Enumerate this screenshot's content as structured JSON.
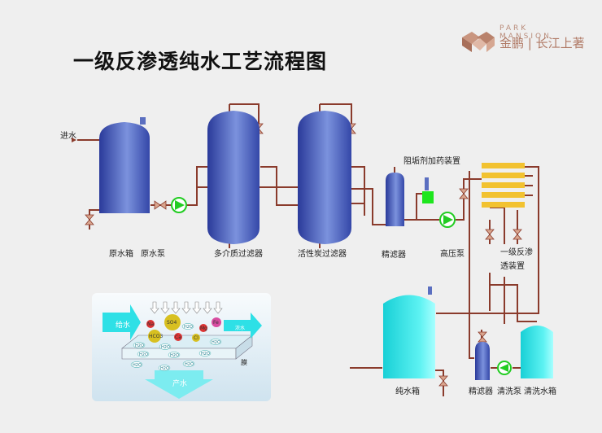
{
  "title": "一级反渗透纯水工艺流程图",
  "logo": {
    "en": "PARK MANSION",
    "cn": "金鹏 | 长江上著"
  },
  "labels": {
    "inlet": "进水",
    "raw_tank": "原水箱",
    "raw_pump": "原水泵",
    "multimedia_filter": "多介质过滤器",
    "carbon_filter": "活性炭过滤器",
    "fine_filter": "精滤器",
    "antiscalant": "阻垢剂加药装置",
    "hp_pump": "高压泵",
    "ro_unit_1": "一级反渗",
    "ro_unit_2": "透装置",
    "pure_tank": "纯水箱",
    "clean_filter": "精滤器",
    "clean_pump": "清洗泵",
    "clean_tank": "清洗水箱"
  },
  "inset": {
    "feed": "给水",
    "concentrate": "浓水",
    "membrane": "膜",
    "product": "产水",
    "ions": [
      "Na",
      "SO4",
      "Mg",
      "Fe",
      "HCO3",
      "Ca",
      "Cl",
      "H2O"
    ]
  },
  "colors": {
    "pipe": "#8a3b2c",
    "pump": "#22cc22",
    "tank_blue": "#3b4fb5",
    "tank_cyan": "#22d6dc",
    "membrane": "#f2c230"
  }
}
